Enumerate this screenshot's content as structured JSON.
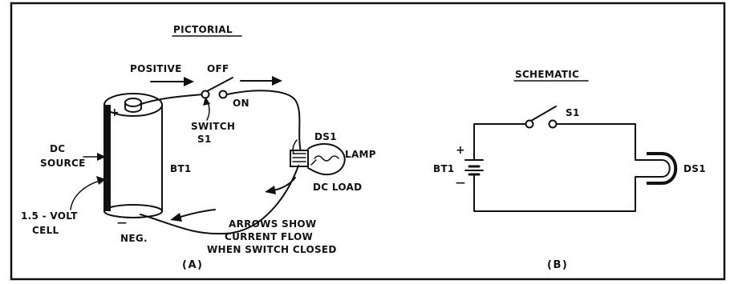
{
  "pictorial": {
    "title": "PICTORIAL",
    "positive": "POSITIVE",
    "plus": "+",
    "off": "OFF",
    "on": "ON",
    "switch": "SWITCH",
    "s1": "S1",
    "dc": "DC",
    "source": "SOURCE",
    "bt1": "BT1",
    "ds1": "DS1",
    "lamp": "LAMP",
    "dc_load": "DC LOAD",
    "volt": "1.5 - VOLT",
    "cell": "CELL",
    "minus": "—",
    "neg": "NEG.",
    "arrows_line1": "ARROWS SHOW",
    "arrows_line2": "CURRENT FLOW",
    "arrows_line3": "WHEN SWITCH CLOSED",
    "panel": "(A)"
  },
  "schematic": {
    "title": "SCHEMATIC",
    "s1": "S1",
    "bt1": "BT1",
    "plus": "+",
    "minus": "—",
    "ds1": "DS1",
    "panel": "(B)"
  }
}
